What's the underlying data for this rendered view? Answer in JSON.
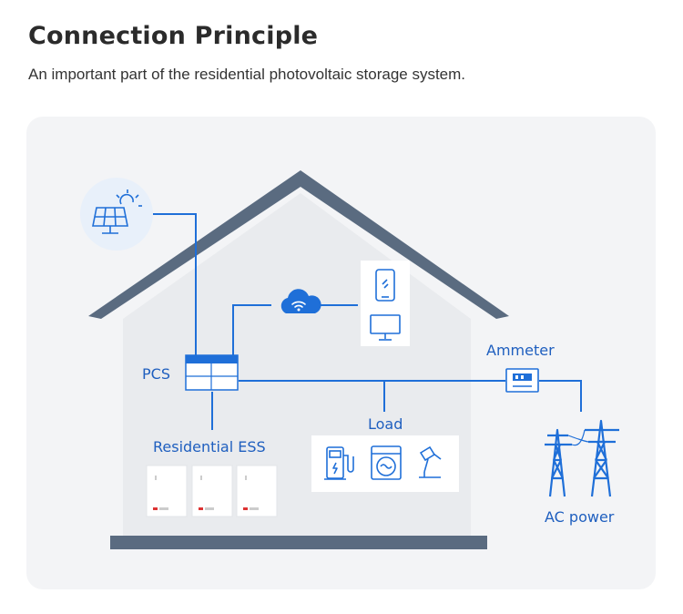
{
  "header": {
    "title": "Connection Principle",
    "subtitle": "An important part of the residential photovoltaic storage system."
  },
  "labels": {
    "pcs": "PCS",
    "residential_ess": "Residential ESS",
    "load": "Load",
    "ammeter": "Ammeter",
    "ac_power": "AC power"
  },
  "colors": {
    "accent": "#1f6fd8",
    "roof": "#5a6b80",
    "panel_bg": "#f3f4f6",
    "house_bg": "#e9ebee"
  },
  "icons": [
    "solar-panel-icon",
    "cloud-wifi-icon",
    "phone-icon",
    "monitor-icon",
    "ev-charger-icon",
    "washing-machine-icon",
    "lamp-icon",
    "ammeter-icon",
    "pylon-icon",
    "battery-cabinet-icon"
  ]
}
